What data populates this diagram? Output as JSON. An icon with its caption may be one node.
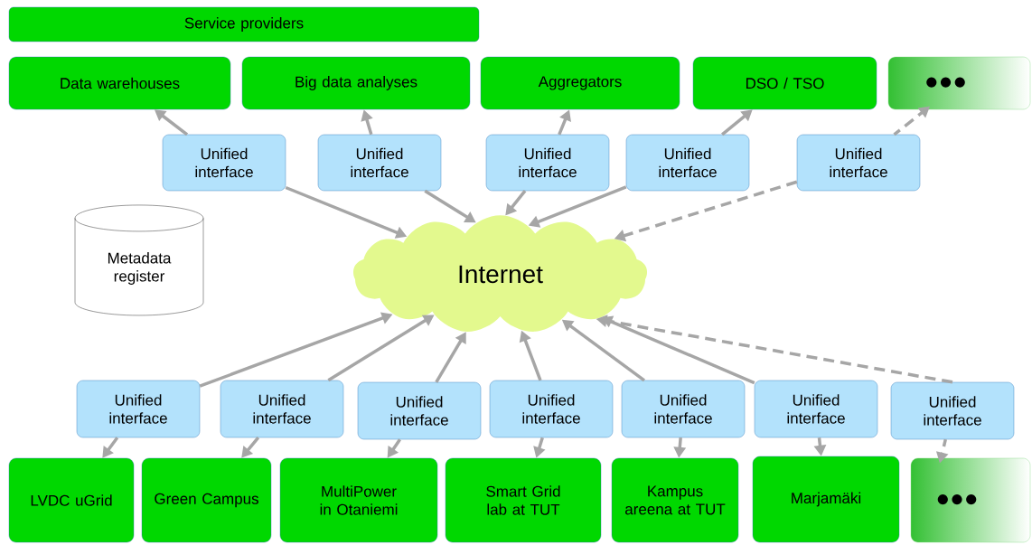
{
  "diagram": {
    "nodes": [
      {
        "text": [
          "Service providers"
        ]
      },
      {
        "text": [
          "Data warehouses"
        ]
      },
      {
        "text": [
          "Big data analyses"
        ]
      },
      {
        "text": [
          "Aggregators"
        ]
      },
      {
        "text": [
          "DSO / TSO"
        ]
      },
      {
        "text": [
          "●●●"
        ]
      },
      {
        "text": [
          "Unified interface"
        ]
      },
      {
        "text": [
          "Unified interface"
        ]
      },
      {
        "text": [
          "Unified interface"
        ]
      },
      {
        "text": [
          "Unified interface"
        ]
      },
      {
        "text": [
          "Unified interface"
        ]
      },
      {
        "text": [
          "Metadata register"
        ]
      },
      {
        "text": [
          "Internet"
        ]
      },
      {
        "text": [
          "Unified interface"
        ]
      },
      {
        "text": [
          "Unified interface"
        ]
      },
      {
        "text": [
          "Unified interface"
        ]
      },
      {
        "text": [
          "Unified interface"
        ]
      },
      {
        "text": [
          "Unified interface"
        ]
      },
      {
        "text": [
          "Unified interface"
        ]
      },
      {
        "text": [
          "Unified interface"
        ]
      },
      {
        "text": [
          "LVDC uGrid"
        ]
      },
      {
        "text": [
          "Green Campus"
        ]
      },
      {
        "text": [
          "MultiPower in Otaniemi"
        ]
      },
      {
        "text": [
          "Smart Grid lab at TUT"
        ]
      },
      {
        "text": [
          "Kampus areena at TUT"
        ]
      },
      {
        "text": [
          "Marjamäki"
        ]
      },
      {
        "text": [
          "●●●"
        ]
      }
    ],
    "edges": [
      {
        "from": 6,
        "to": 1,
        "arrow": "to"
      },
      {
        "from": 6,
        "to": 12,
        "arrow": "to"
      },
      {
        "from": 7,
        "to": 2,
        "arrow": "to"
      },
      {
        "from": 7,
        "to": 12,
        "arrow": "to"
      },
      {
        "from": 8,
        "to": 3,
        "arrow": "to"
      },
      {
        "from": 8,
        "to": 12,
        "arrow": "to"
      },
      {
        "from": 9,
        "to": 4,
        "arrow": "to"
      },
      {
        "from": 9,
        "to": 12,
        "arrow": "to"
      },
      {
        "from": 10,
        "to": 5,
        "arrow": "to",
        "style": "dashed"
      },
      {
        "from": 10,
        "to": 12,
        "arrow": "to",
        "style": "dashed"
      },
      {
        "from": 13,
        "to": 12,
        "arrow": "to"
      },
      {
        "from": 13,
        "to": 20,
        "arrow": "to"
      },
      {
        "from": 14,
        "to": 12,
        "arrow": "to"
      },
      {
        "from": 14,
        "to": 21,
        "arrow": "to"
      },
      {
        "from": 15,
        "to": 12,
        "arrow": "to"
      },
      {
        "from": 15,
        "to": 22,
        "arrow": "to"
      },
      {
        "from": 16,
        "to": 12,
        "arrow": "to"
      },
      {
        "from": 16,
        "to": 23,
        "arrow": "to"
      },
      {
        "from": 17,
        "to": 12,
        "arrow": "to"
      },
      {
        "from": 17,
        "to": 24,
        "arrow": "to"
      },
      {
        "from": 18,
        "to": 12,
        "arrow": "to"
      },
      {
        "from": 18,
        "to": 25,
        "arrow": "to"
      },
      {
        "from": 19,
        "to": 12,
        "arrow": "to",
        "style": "dashed"
      },
      {
        "from": 19,
        "to": 26,
        "arrow": "to",
        "style": "dashed"
      }
    ]
  }
}
